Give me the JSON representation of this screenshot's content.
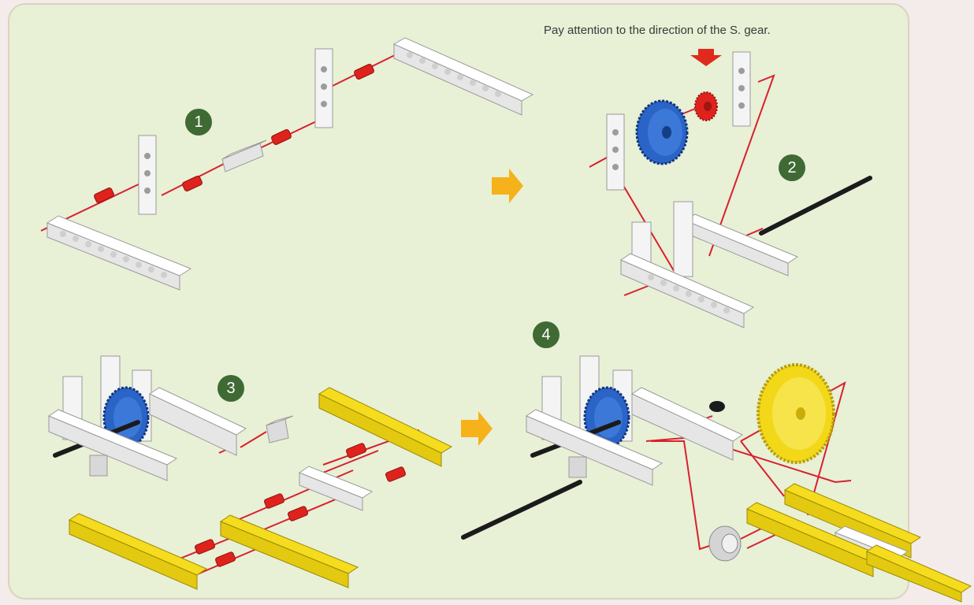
{
  "note": "Pay attention to the direction of the S. gear.",
  "steps": [
    {
      "label": "1"
    },
    {
      "label": "2"
    },
    {
      "label": "3"
    },
    {
      "label": "4"
    }
  ],
  "colors": {
    "panel_bg": "#e8f0d6",
    "page_bg": "#f3ecea",
    "badge": "#3f6a33",
    "next_arrow": "#f5b21a",
    "attention_arrow": "#e02a1e",
    "guide_line": "#d8202f",
    "beam_white": "#f4f4f4",
    "beam_yellow": "#f5dc1e",
    "connector_red": "#e0221c",
    "gear_blue": "#2a64c6",
    "gear_yellow": "#f2d818",
    "axle_black": "#1b1b1b"
  },
  "icons": [
    "next-step-arrow-icon",
    "attention-arrow-icon",
    "gear-icon",
    "axle-icon",
    "beam-icon",
    "pin-connector-icon"
  ]
}
